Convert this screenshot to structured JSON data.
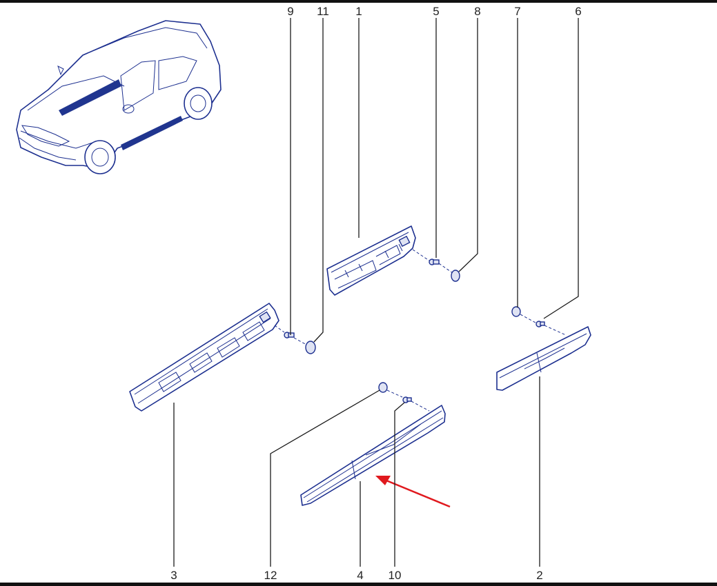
{
  "diagram": {
    "callouts_top": [
      "9",
      "11",
      "1",
      "5",
      "8",
      "7",
      "6"
    ],
    "callouts_bottom": [
      "3",
      "12",
      "4",
      "10",
      "2"
    ]
  },
  "colors": {
    "line_art": "#1c2f8f",
    "highlight": "#20358f",
    "arrow": "#e0191e",
    "frame": "#111111"
  },
  "icons": {
    "vehicle": "suv-locator-icon",
    "arrow": "red-pointer-arrow"
  }
}
